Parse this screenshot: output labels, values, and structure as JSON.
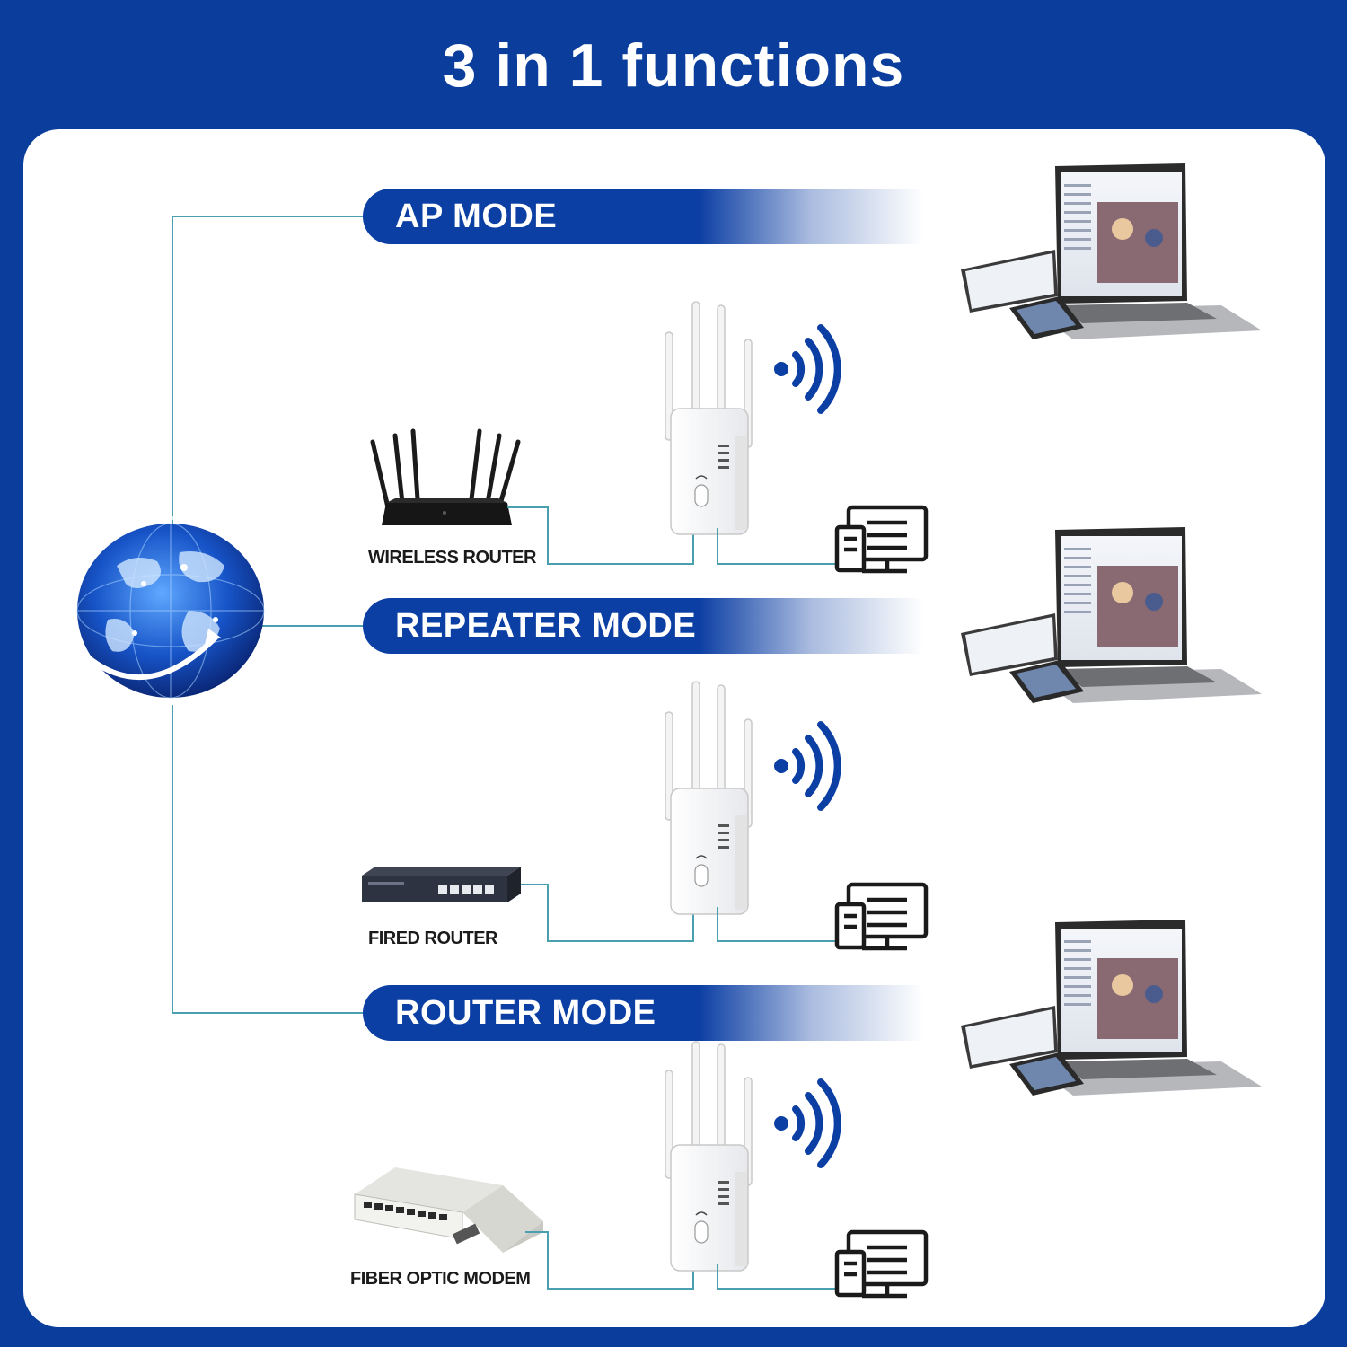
{
  "title": "3 in 1 functions",
  "modes": [
    {
      "label": "AP MODE",
      "source_device": "WIRELESS ROUTER"
    },
    {
      "label": "REPEATER MODE",
      "source_device": "FIRED ROUTER"
    },
    {
      "label": "ROUTER MODE",
      "source_device": "FIBER OPTIC MODEM"
    }
  ],
  "colors": {
    "background": "#0a3d9c",
    "banner": "#0c3fa4",
    "connector": "#4a9fb0",
    "wifi": "#0c3fa4"
  },
  "icons": [
    "globe-icon",
    "wifi-signal-icon",
    "desktop-devices-icon",
    "laptop-icon",
    "tablet-icon",
    "phone-icon"
  ]
}
